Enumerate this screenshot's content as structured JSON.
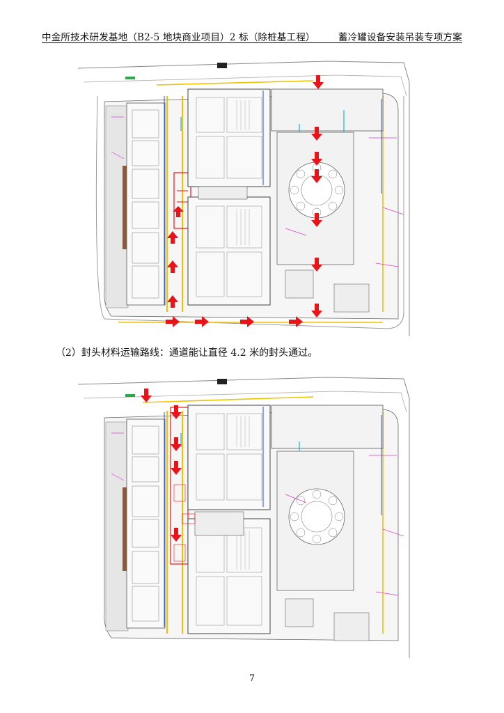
{
  "header": {
    "left_text": "中金所技术研发基地（B2-5 地块商业项目）2 标（除桩基工程）",
    "right_text": "蓄冷罐设备安装吊装专项方案"
  },
  "caption": {
    "text": "（2）封头材料运输路线：通道能让直径 4.2 米的封头通过。"
  },
  "page_number": "7",
  "colors": {
    "arrow": "#e8141a",
    "road": "#f2c200",
    "annot": "#e03cc8",
    "blue": "#2050d8",
    "cyan": "#17b6c9",
    "green": "#2aa84a",
    "line": "#555555"
  }
}
